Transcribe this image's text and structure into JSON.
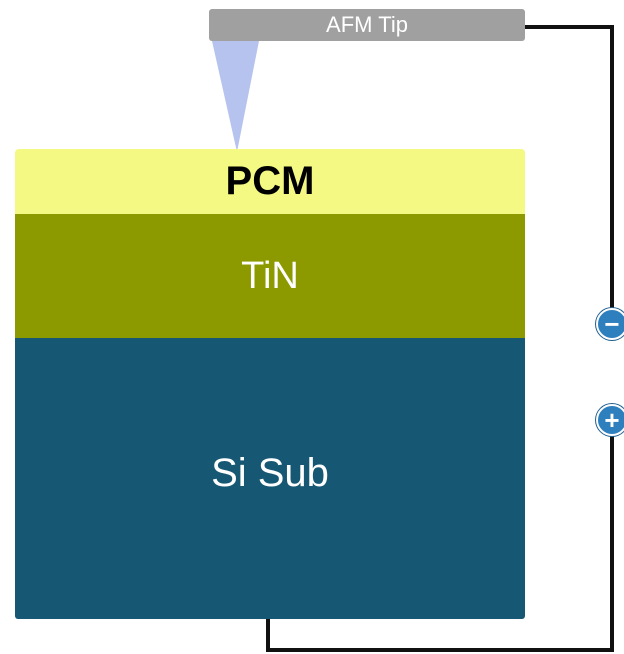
{
  "colors": {
    "afm_bar": "#a0a0a0",
    "afm_tip": "#b6c3ee",
    "pcm": "#f3f982",
    "tin": "#8c9a00",
    "si_sub": "#165873",
    "wire": "#111111",
    "terminal": "#2e7fbd"
  },
  "afm": {
    "label": "AFM Tip"
  },
  "layers": {
    "pcm": "PCM",
    "tin": "TiN",
    "si_sub": "Si Sub"
  },
  "terminals": {
    "negative_symbol": "−",
    "positive_symbol": "+"
  }
}
